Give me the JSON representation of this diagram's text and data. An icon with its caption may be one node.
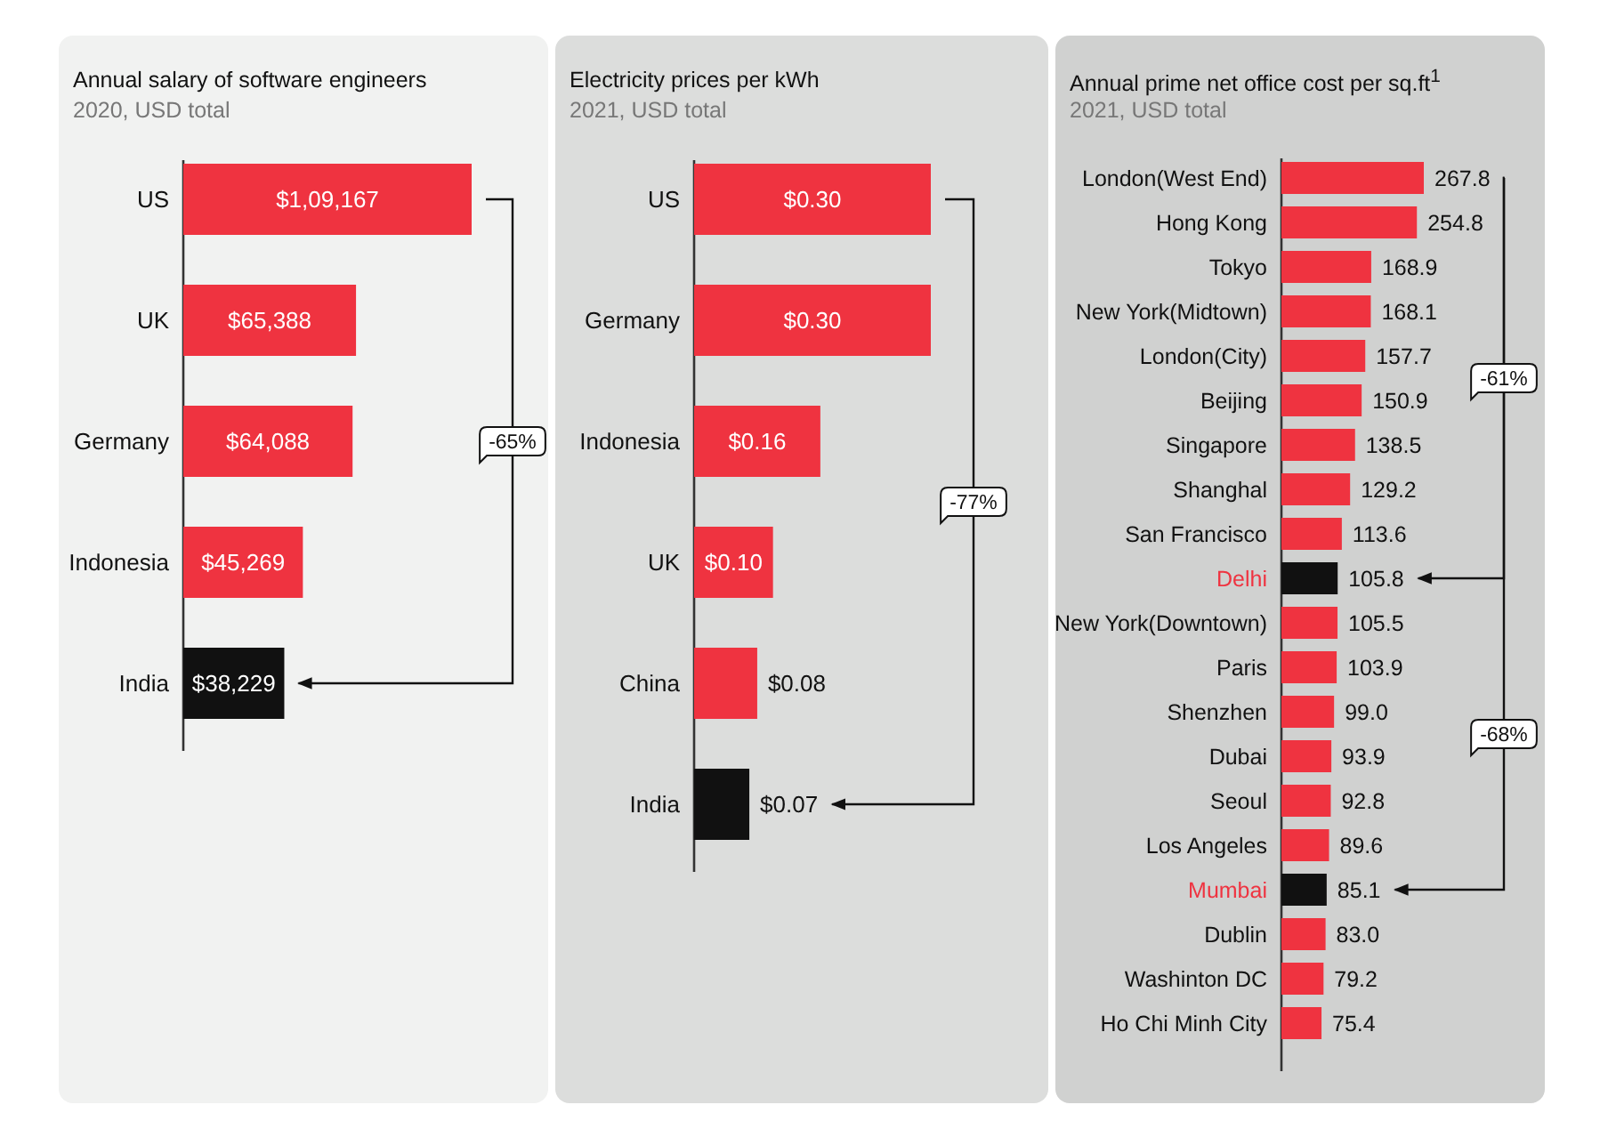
{
  "diagram": {
    "labels": [
      "2020, USD total",
      "2021, USD total",
      "2021, USD total"
    ],
    "chart_data": [
      {
        "type": "bar",
        "orientation": "horizontal",
        "title": "Annual salary of software engineers",
        "categories": [
          "US",
          "UK",
          "Germany",
          "Indonesia",
          "India"
        ],
        "series": [
          {
            "color": "#ef3340",
            "values": [
              109167,
              65388,
              64088,
              45269,
              null
            ],
            "value_labels": [
              "$1,09,167",
              "$65,388",
              "$64,088",
              "$45,269",
              null
            ]
          },
          {
            "color": "#111111",
            "values": [
              null,
              null,
              null,
              null,
              38229
            ],
            "value_labels": [
              null,
              null,
              null,
              null,
              "$38,229"
            ]
          }
        ],
        "annotations": [
          {
            "text": "-65%"
          }
        ]
      },
      {
        "type": "bar",
        "orientation": "horizontal",
        "title": "Electricity prices per kWh",
        "categories": [
          "US",
          "Germany",
          "Indonesia",
          "UK",
          "China",
          "India"
        ],
        "series": [
          {
            "color": "#ef3340",
            "values": [
              0.3,
              0.3,
              0.16,
              0.1,
              0.08,
              null
            ],
            "value_labels": [
              "$0.30",
              "$0.30",
              "$0.16",
              "$0.10",
              "$0.08",
              null
            ]
          },
          {
            "color": "#111111",
            "values": [
              null,
              null,
              null,
              null,
              null,
              0.07
            ],
            "value_labels": [
              null,
              null,
              null,
              null,
              null,
              "$0.07"
            ]
          }
        ],
        "annotations": [
          {
            "text": "-77%"
          }
        ]
      },
      {
        "type": "bar",
        "orientation": "horizontal",
        "title": "Annual prime net office cost per sq.ft$^{1}$",
        "categories": [
          "London(West End)",
          "Hong Kong",
          "Tokyo",
          "New York(Midtown)",
          "London(City)",
          "Beijing",
          "Singapore",
          "Shanghal",
          "San Francisco",
          "Delhi",
          "New York(Downtown)",
          "Paris",
          "Shenzhen",
          "Dubai",
          "Seoul",
          "Los Angeles",
          "Mumbai",
          "Dublin",
          "Washinton DC",
          "Ho Chi Minh City"
        ],
        "series": [
          {
            "color": "#ef3340",
            "values": [
              267.8,
              254.8,
              168.9,
              168.1,
              157.7,
              150.9,
              138.5,
              129.2,
              113.6,
              null,
              105.5,
              103.9,
              99.0,
              93.9,
              92.8,
              89.6,
              null,
              83.0,
              79.2,
              75.4
            ],
            "value_labels": [
              "267.8",
              "254.8",
              "168.9",
              "168.1",
              "157.7",
              "150.9",
              "138.5",
              "129.2",
              "113.6",
              null,
              "105.5",
              "103.9",
              "99.0",
              "93.9",
              "92.8",
              "89.6",
              null,
              "83.0",
              "79.2",
              "75.4"
            ]
          },
          {
            "color": "#111111",
            "values": [
              null,
              null,
              null,
              null,
              null,
              null,
              null,
              null,
              null,
              105.8,
              null,
              null,
              null,
              null,
              null,
              null,
              85.1,
              null,
              null,
              null
            ],
            "value_labels": [
              null,
              null,
              null,
              null,
              null,
              null,
              null,
              null,
              null,
              "105.8",
              null,
              null,
              null,
              null,
              null,
              null,
              "85.1",
              null,
              null,
              null
            ]
          }
        ],
        "annotations": [
          {
            "text": "-61%"
          },
          {
            "text": "-68%"
          }
        ]
      }
    ]
  }
}
